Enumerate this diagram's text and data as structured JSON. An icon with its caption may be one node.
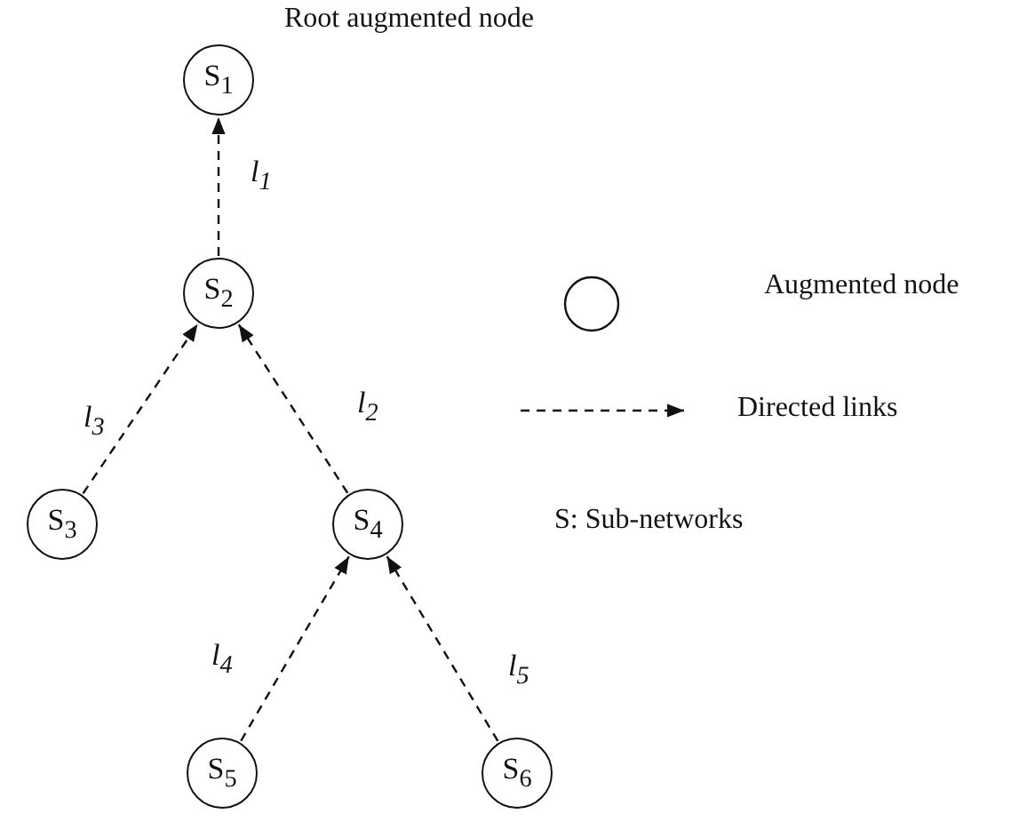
{
  "diagram": {
    "nodes": [
      {
        "text": [
          "S$_{1}$"
        ],
        "beside": [
          "Root augmented node"
        ]
      },
      {
        "text": [
          "S$_{2}$"
        ]
      },
      {
        "text": [
          "S$_{3}$"
        ]
      },
      {
        "text": [
          "S$_{4}$"
        ]
      },
      {
        "text": [
          "S$_{5}$"
        ]
      },
      {
        "text": [
          "S$_{6}$"
        ]
      }
    ],
    "edges": [
      {
        "from": 1,
        "to": 0,
        "arrow": "to",
        "label": "l$_{1}$",
        "style": "dashed"
      },
      {
        "from": 2,
        "to": 1,
        "arrow": "to",
        "label": "l$_{3}$",
        "style": "dashed"
      },
      {
        "from": 3,
        "to": 1,
        "arrow": "to",
        "label": "l$_{2}$",
        "style": "dashed"
      },
      {
        "from": 4,
        "to": 3,
        "arrow": "to",
        "label": "l$_{4}$",
        "style": "dashed"
      },
      {
        "from": 5,
        "to": 3,
        "arrow": "to",
        "label": "l$_{5}$",
        "style": "dashed"
      }
    ],
    "labels": [
      "S: Sub-networks"
    ],
    "legend": [
      {
        "text": "Augmented node"
      },
      {
        "text": "Directed links"
      }
    ]
  }
}
